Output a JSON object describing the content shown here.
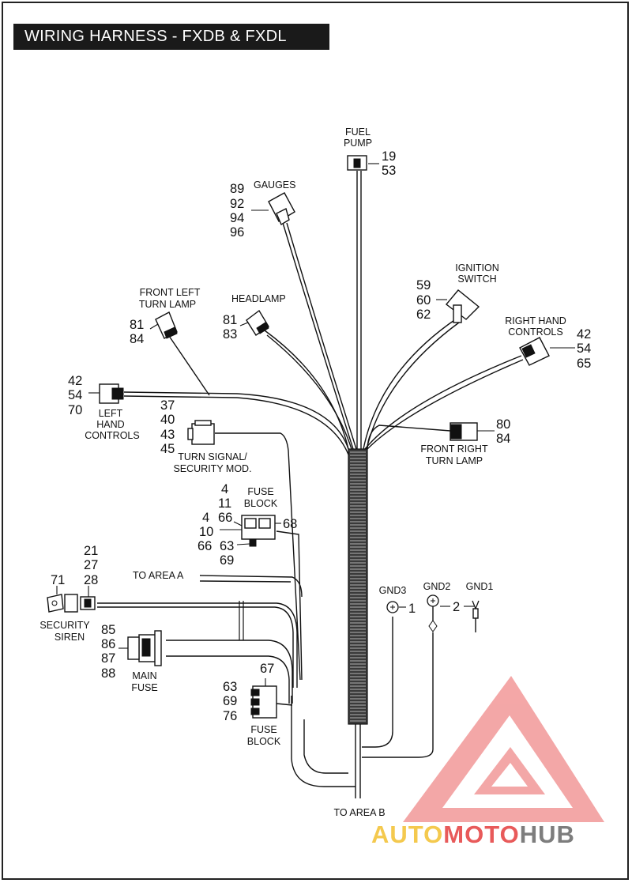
{
  "title": "WIRING HARNESS - FXDB & FXDL",
  "labels": {
    "fuel_pump": [
      "FUEL",
      "PUMP"
    ],
    "fuel_pump_refs": [
      "19",
      "53"
    ],
    "gauges": "GAUGES",
    "gauges_refs": [
      "89",
      "92",
      "94",
      "96"
    ],
    "ignition_switch": [
      "IGNITION",
      "SWITCH"
    ],
    "ignition_refs": [
      "59",
      "60",
      "62"
    ],
    "front_left_turn_lamp": [
      "FRONT LEFT",
      "TURN LAMP"
    ],
    "front_left_refs": [
      "81",
      "84"
    ],
    "headlamp": "HEADLAMP",
    "headlamp_refs": [
      "81",
      "83"
    ],
    "right_hand_controls": [
      "RIGHT HAND",
      "CONTROLS"
    ],
    "right_hand_refs": [
      "42",
      "54",
      "65"
    ],
    "left_hand_controls": [
      "LEFT",
      "HAND",
      "CONTROLS"
    ],
    "left_hand_refs": [
      "42",
      "54",
      "70"
    ],
    "turn_signal": [
      "TURN SIGNAL/",
      "SECURITY MOD."
    ],
    "turn_signal_refs": [
      "37",
      "40",
      "43",
      "45"
    ],
    "front_right_turn_lamp": [
      "FRONT RIGHT",
      "TURN LAMP"
    ],
    "front_right_refs": [
      "80",
      "84"
    ],
    "fuse_block_upper": [
      "FUSE",
      "BLOCK"
    ],
    "fuse_upper_refs_a": [
      "4",
      "11",
      "66"
    ],
    "fuse_upper_refs_b": [
      "4",
      "10",
      "66"
    ],
    "fuse_upper_ref_68": "68",
    "fuse_upper_refs_c": [
      "63",
      "69"
    ],
    "to_area_a": "TO AREA A",
    "security_siren": [
      "SECURITY",
      "SIREN"
    ],
    "security_siren_ref": "71",
    "security_siren_refs": [
      "21",
      "27",
      "28"
    ],
    "main_fuse": [
      "MAIN",
      "FUSE"
    ],
    "main_fuse_refs": [
      "85",
      "86",
      "87",
      "88"
    ],
    "fuse_block_lower": [
      "FUSE",
      "BLOCK"
    ],
    "fuse_lower_ref_67": "67",
    "fuse_lower_refs": [
      "63",
      "69",
      "76"
    ],
    "gnd3": "GND3",
    "gnd2": "GND2",
    "gnd1": "GND1",
    "gnd3_ref": "1",
    "gnd12_ref": "2",
    "to_area_b": "TO AREA B"
  },
  "watermark": {
    "text_part1": "AUTO",
    "text_part2": "MOTO",
    "text_part3": "HUB",
    "color_gold": "#f4c94e",
    "color_red": "#e85a5a",
    "color_gray": "#7d7d7d",
    "logo_color": "#f08a8a"
  }
}
